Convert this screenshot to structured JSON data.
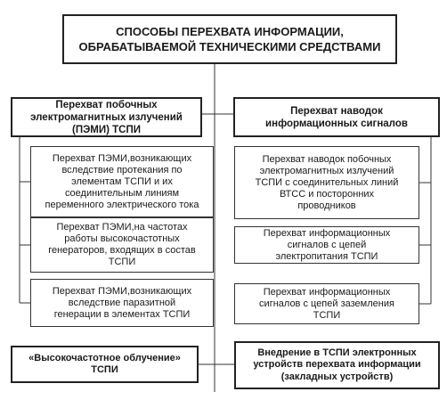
{
  "title": "СПОСОБЫ ПЕРЕХВАТА ИНФОРМАЦИИ,\nОБРАБАТЫВАЕМОЙ ТЕХНИЧЕСКИМИ СРЕДСТВАМИ",
  "left_branch": {
    "heading": "Перехват побочных\nэлектромагнитных излучений\n(ПЭМИ) ТСПИ",
    "items": [
      "Перехват ПЭМИ,возникающих\nвследствие протекания по\nэлементам ТСПИ и их\nсоединительным линиям\nпеременного электрического тока",
      "Перехват ПЭМИ,на частотах\nработы высокочастотных\nгенераторов, входящих в состав\nТСПИ",
      "Перехват ПЭМИ,возникающих\nвследствие паразитной\nгенерации в элементах ТСПИ"
    ]
  },
  "right_branch": {
    "heading": "Перехват наводок\nинформационных сигналов",
    "items": [
      "Перехват наводок побочных\nэлектромагнитных излучений\nТСПИ с соединительных линий\nВТСС и посторонних\nпроводников",
      "Перехват информационных\nсигналов с цепей\nэлектропитания ТСПИ",
      "Перехват информационных\nсигналов с цепей заземления\nТСПИ"
    ]
  },
  "bottom_left": "«Высокочастотное облучение»\nТСПИ",
  "bottom_right": "Внедрение в ТСПИ электронных\nустройств перехвата информации\n(закладных устройств)"
}
